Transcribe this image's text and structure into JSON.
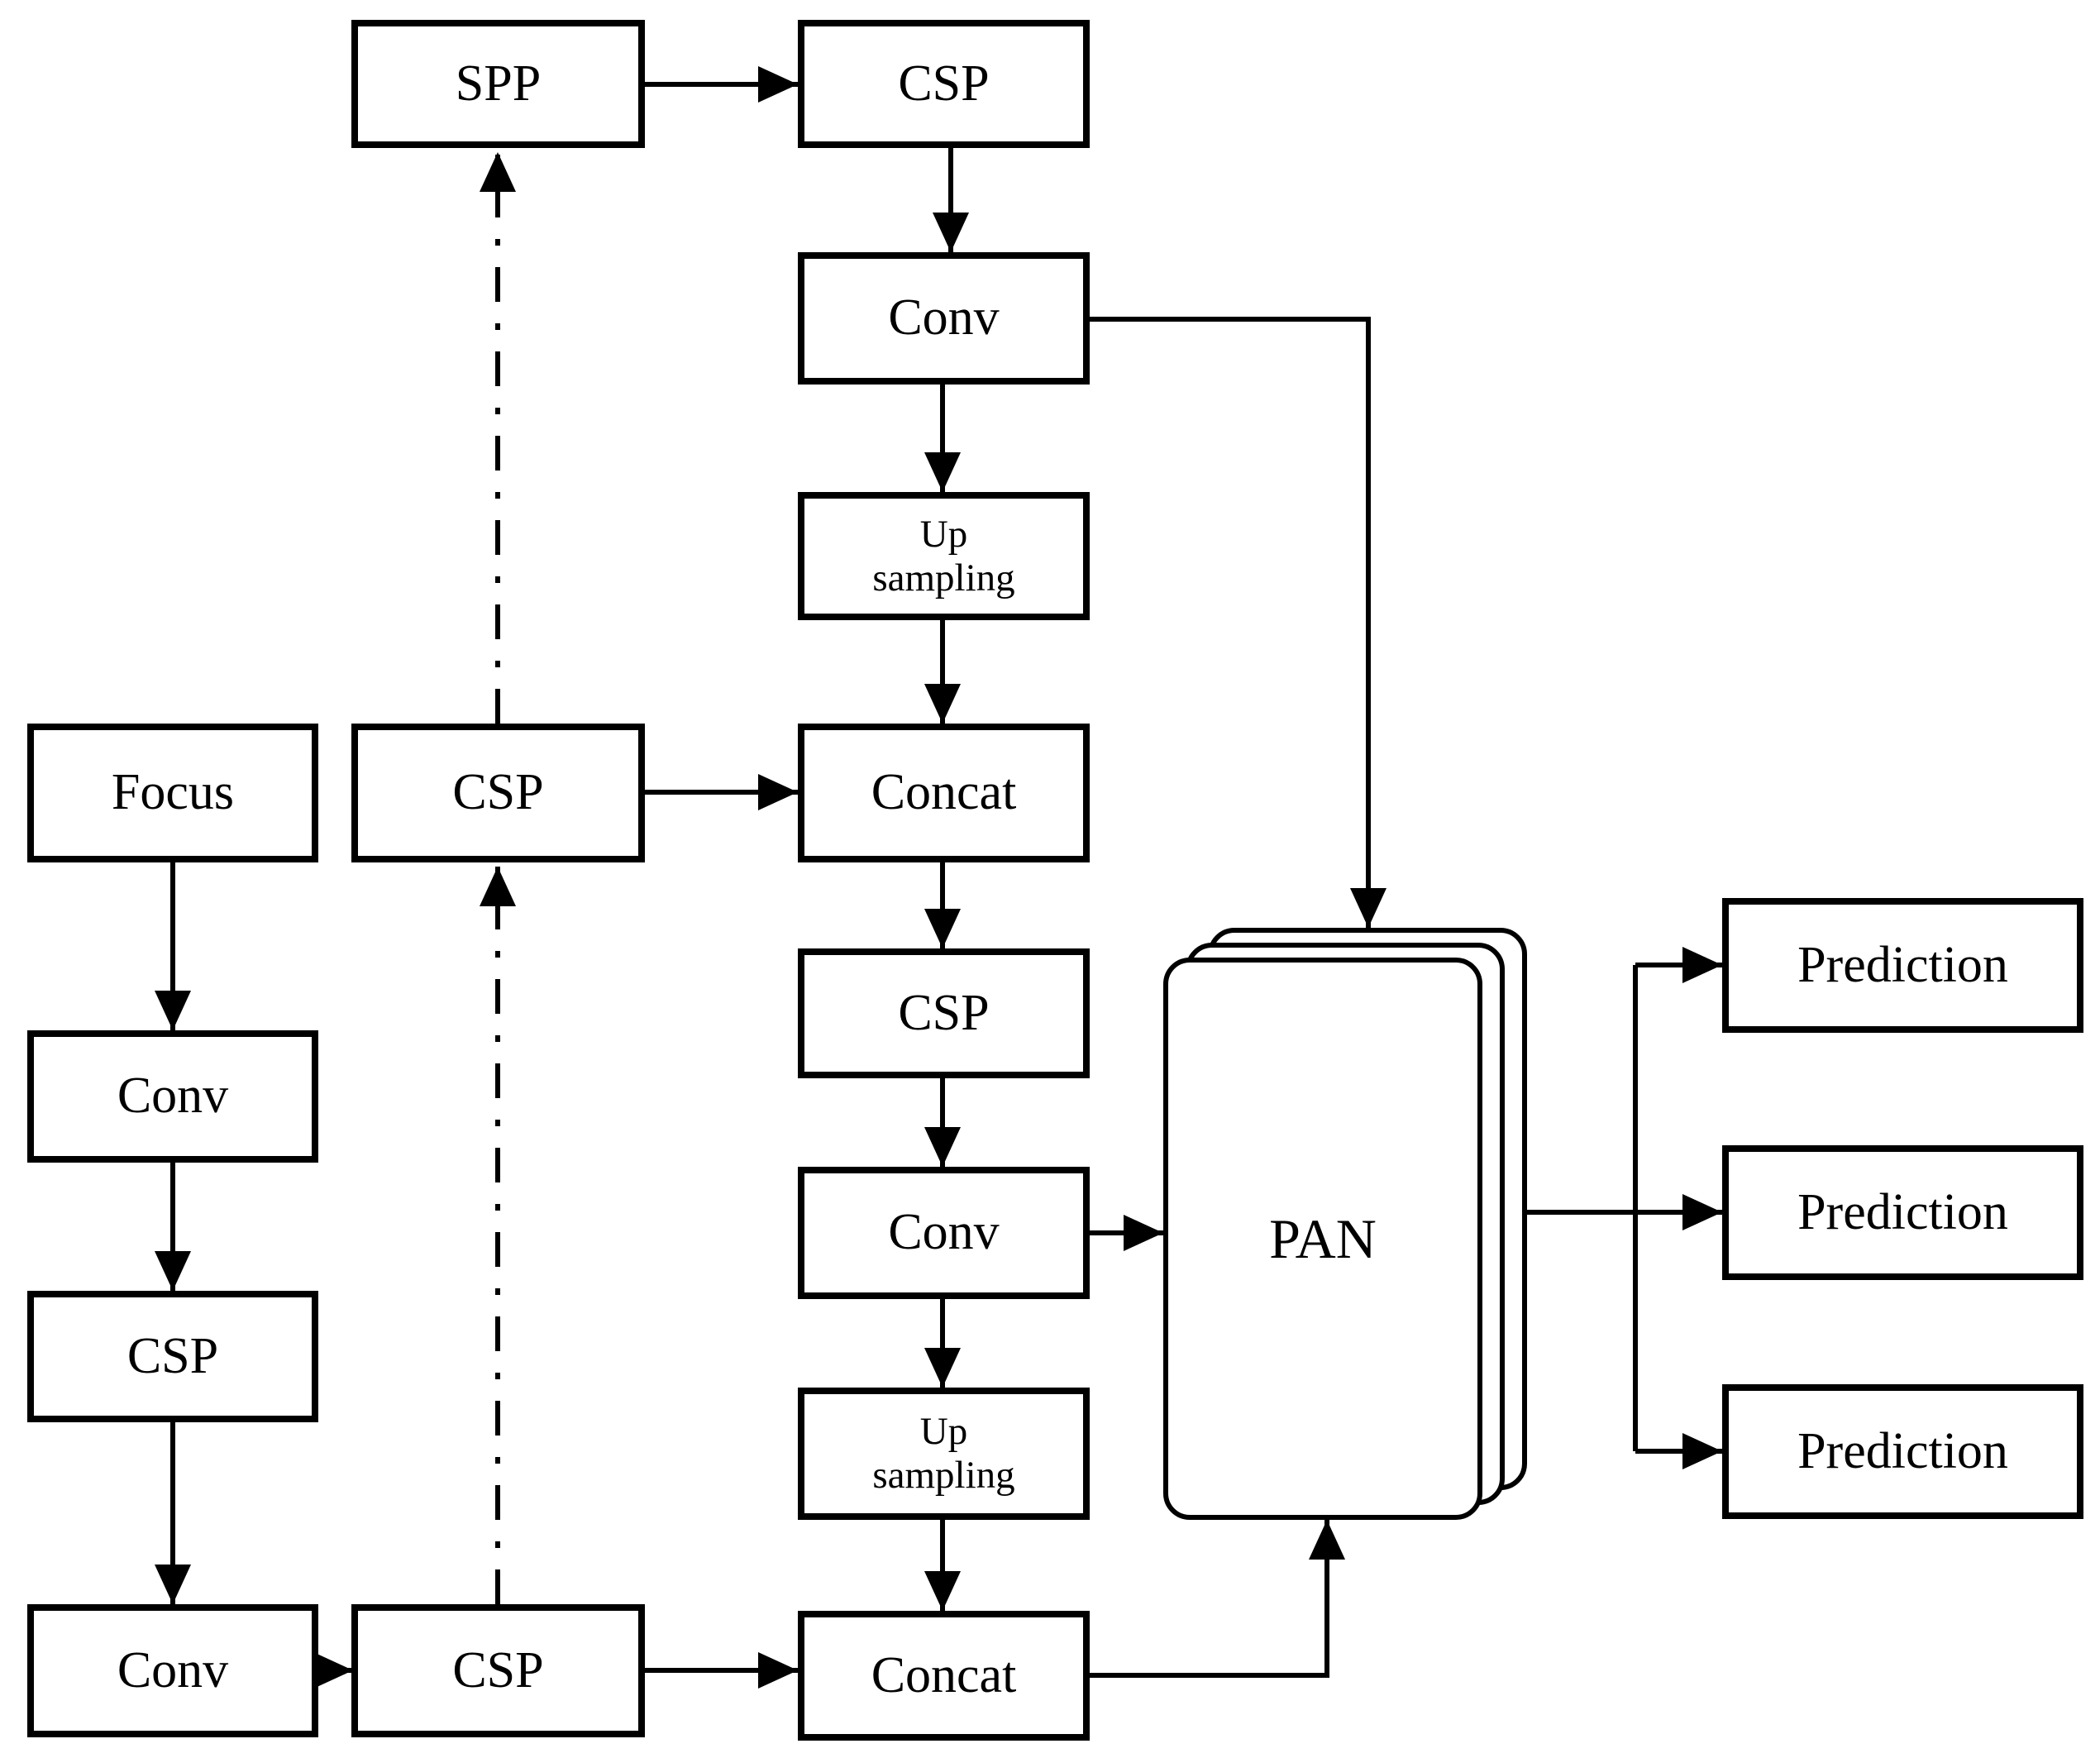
{
  "figure": {
    "kind": "network-architecture-flowchart",
    "colors": {
      "line": "#000000",
      "background": "#ffffff",
      "text": "#000000"
    }
  },
  "nodes": {
    "spp": {
      "label": "SPP"
    },
    "csp_top": {
      "label": "CSP"
    },
    "conv_top": {
      "label": "Conv"
    },
    "upsampling_top": {
      "label": "Up\nsampling"
    },
    "concat_mid": {
      "label": "Concat"
    },
    "csp_mid": {
      "label": "CSP"
    },
    "conv_mid": {
      "label": "Conv"
    },
    "upsampling_bottom": {
      "label": "Up\nsampling"
    },
    "concat_bottom": {
      "label": "Concat"
    },
    "focus": {
      "label": "Focus"
    },
    "conv_left1": {
      "label": "Conv"
    },
    "csp_left": {
      "label": "CSP"
    },
    "conv_left2": {
      "label": "Conv"
    },
    "csp_col2_mid": {
      "label": "CSP"
    },
    "csp_col2_bottom": {
      "label": "CSP"
    },
    "pan": {
      "label": "PAN"
    },
    "prediction_1": {
      "label": "Prediction"
    },
    "prediction_2": {
      "label": "Prediction"
    },
    "prediction_3": {
      "label": "Prediction"
    }
  }
}
